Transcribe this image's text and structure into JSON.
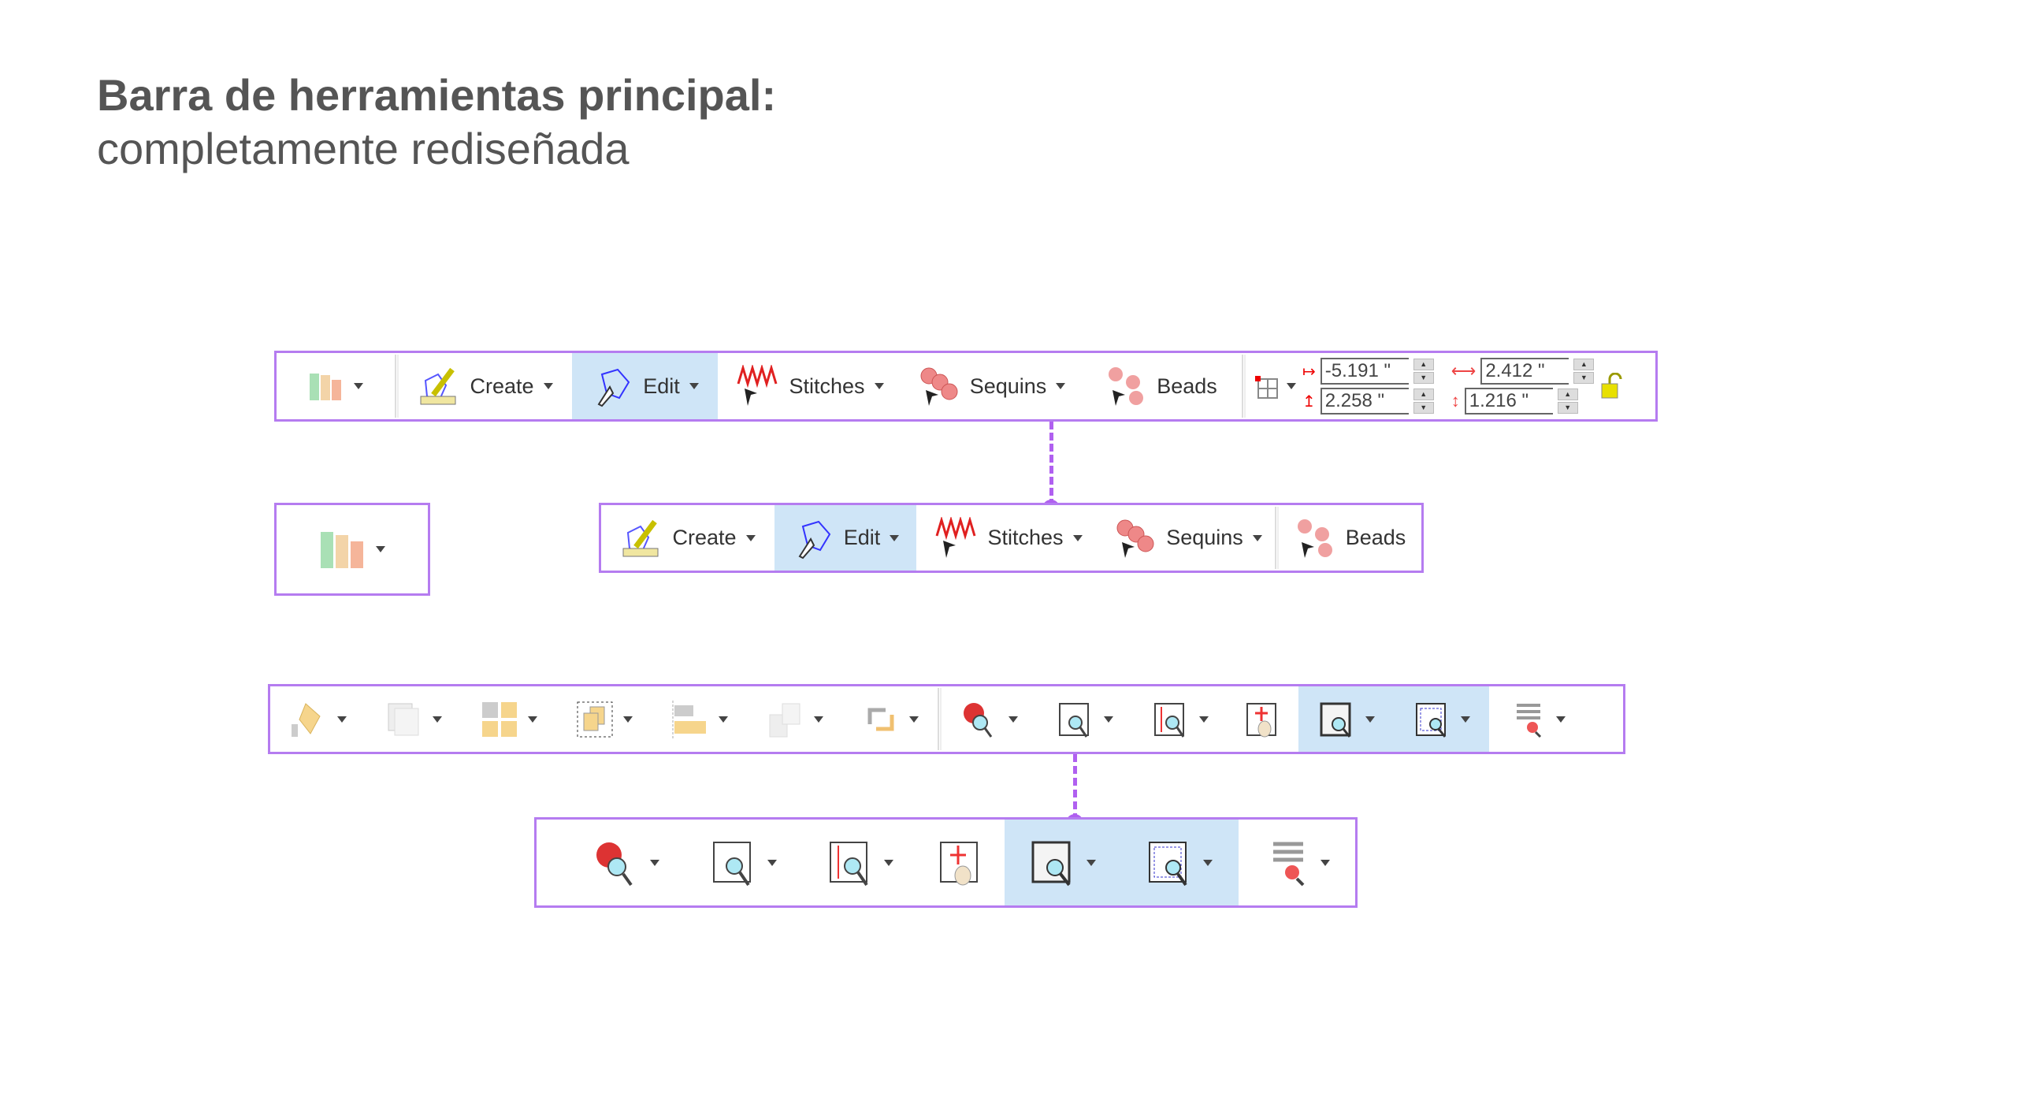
{
  "heading": {
    "title": "Barra de herramientas principal:",
    "subtitle": "completamente rediseñada"
  },
  "toolbar_main": {
    "items": [
      {
        "label": "Create"
      },
      {
        "label": "Edit"
      },
      {
        "label": "Stitches"
      },
      {
        "label": "Sequins"
      },
      {
        "label": "Beads"
      }
    ],
    "coords": {
      "x": "-5.191 \"",
      "y": "2.258 \"",
      "width": "2.412 \"",
      "height": "1.216 \""
    }
  },
  "colors": {
    "accent": "#b57cf0",
    "selected": "#cfe5f7"
  }
}
